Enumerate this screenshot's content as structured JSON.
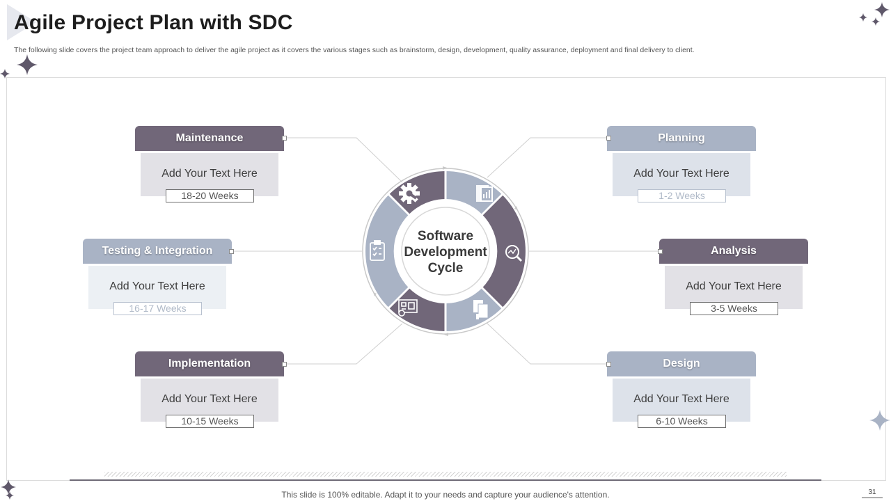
{
  "header": {
    "title": "Agile Project Plan with SDC",
    "subtitle": "The following slide covers the project team approach to deliver the agile project as it covers the various stages such as brainstorm, design, development, quality assurance, deployment and final delivery to client."
  },
  "center": {
    "line1": "Software",
    "line2": "Development",
    "line3": "Cycle"
  },
  "stages": {
    "maintenance": {
      "label": "Maintenance",
      "text": "Add Your Text  Here",
      "weeks": "18-20 Weeks"
    },
    "testing": {
      "label": "Testing & Integration",
      "text": "Add Your Text  Here",
      "weeks": "16-17 Weeks"
    },
    "implementation": {
      "label": "Implementation",
      "text": "Add Your Text  Here",
      "weeks": "10-15 Weeks"
    },
    "planning": {
      "label": "Planning",
      "text": "Add Your Text  Here",
      "weeks": "1-2 Weeks"
    },
    "analysis": {
      "label": "Analysis",
      "text": "Add Your Text  Here",
      "weeks": "3-5 Weeks"
    },
    "design": {
      "label": "Design",
      "text": "Add Your Text  Here",
      "weeks": "6-10 Weeks"
    }
  },
  "footer": {
    "note": "This slide is 100% editable. Adapt it to your needs and capture your audience's attention.",
    "page_number": "31"
  },
  "colors": {
    "dark_segment": "#716779",
    "light_segment": "#a9b3c5",
    "card_grey": "#e2e1e6",
    "card_blue": "#dde2ea"
  },
  "icons": [
    "gear-icon",
    "document-chart-icon",
    "magnifier-chart-icon",
    "documents-icon",
    "blueprint-icon",
    "clipboard-checklist-icon"
  ]
}
